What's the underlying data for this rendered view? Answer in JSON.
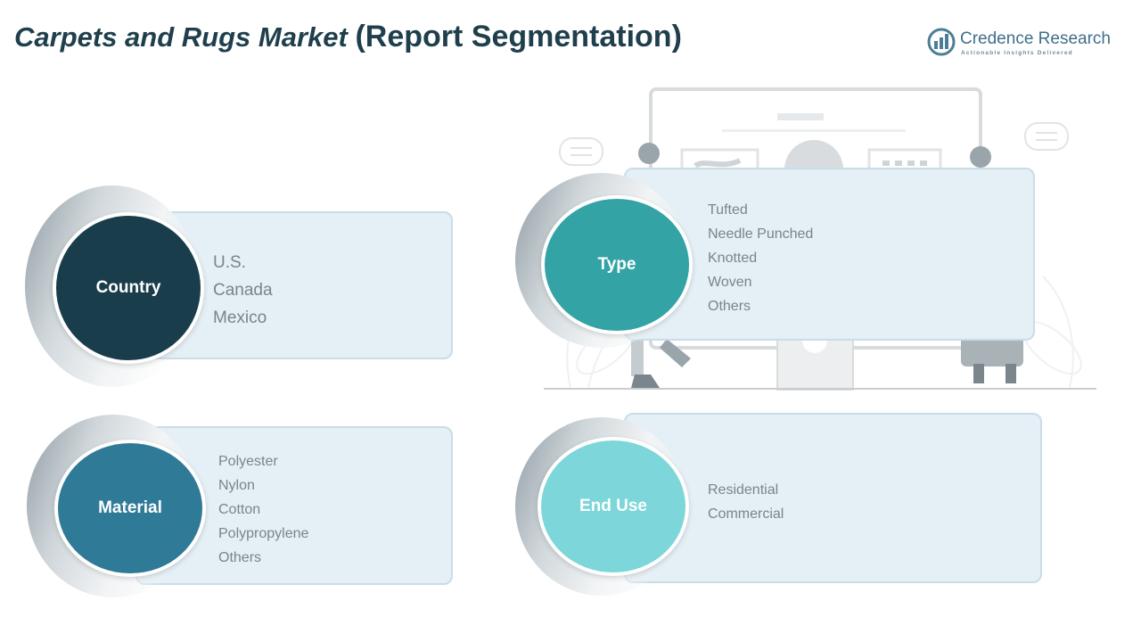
{
  "title": {
    "part1": "Carpets and Rugs Market",
    "part2": "(Report Segmentation)"
  },
  "brand": {
    "name": "Credence Research",
    "tagline": "Actionable Insights Delivered"
  },
  "colors": {
    "title": "#1f3f4c",
    "country": "#1a3d4c",
    "material": "#2e7a97",
    "type": "#33a3a6",
    "end_use": "#7dd6d9",
    "card_fill": "#e4eff6",
    "item_text": "#7d8489"
  },
  "segments": {
    "country": {
      "label": "Country",
      "items": [
        "U.S.",
        "Canada",
        "Mexico"
      ]
    },
    "material": {
      "label": "Material",
      "items": [
        "Polyester",
        "Nylon",
        "Cotton",
        "Polypropylene",
        "Others"
      ]
    },
    "type": {
      "label": "Type",
      "items": [
        "Tufted",
        "Needle Punched",
        "Knotted",
        "Woven",
        "Others"
      ]
    },
    "end_use": {
      "label": "End Use",
      "items": [
        "Residential",
        "Commercial"
      ]
    }
  }
}
